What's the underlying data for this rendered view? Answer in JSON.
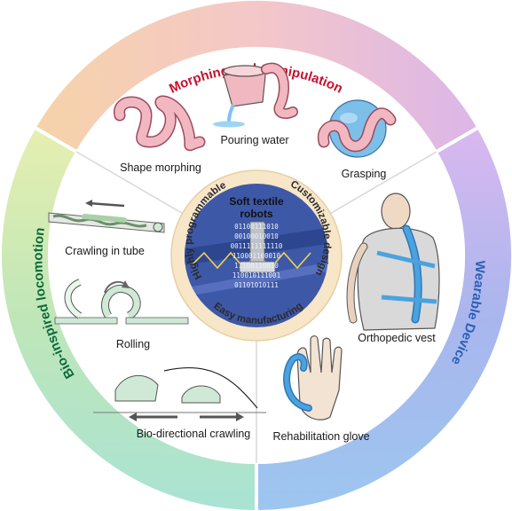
{
  "center": {
    "title_line1": "Soft textile",
    "title_line2": "robots",
    "arc_left": "Highly programmable",
    "arc_right": "Customizable design",
    "arc_bottom": "Easy manufacturing",
    "bits": [
      "01100111010",
      "00100010010",
      "0011111111110",
      "110001100010",
      "11100110010",
      "110010111001",
      "01101010111"
    ]
  },
  "sections": {
    "top": {
      "title": "Morphing and manipulation",
      "color": "#c8102e",
      "items": [
        "Shape morphing",
        "Pouring water",
        "Grasping"
      ]
    },
    "left": {
      "title": "Bio-inspired locomotion",
      "color": "#0b6a3a",
      "items": [
        "Crawling in tube",
        "Rolling",
        "Bio-directional crawling"
      ]
    },
    "right": {
      "title": "Wearable Device",
      "color": "#2b5fb5",
      "items": [
        "Orthopedic vest",
        "Rehabilitation glove"
      ]
    }
  },
  "colors": {
    "robot_pink": "#f2b8c2",
    "robot_blue": "#4aa3df",
    "robot_green": "#cfe9d6",
    "water_blue": "#7cc2f0",
    "core_fill": "#f7e6c8",
    "fabric": "#3e58a8"
  }
}
